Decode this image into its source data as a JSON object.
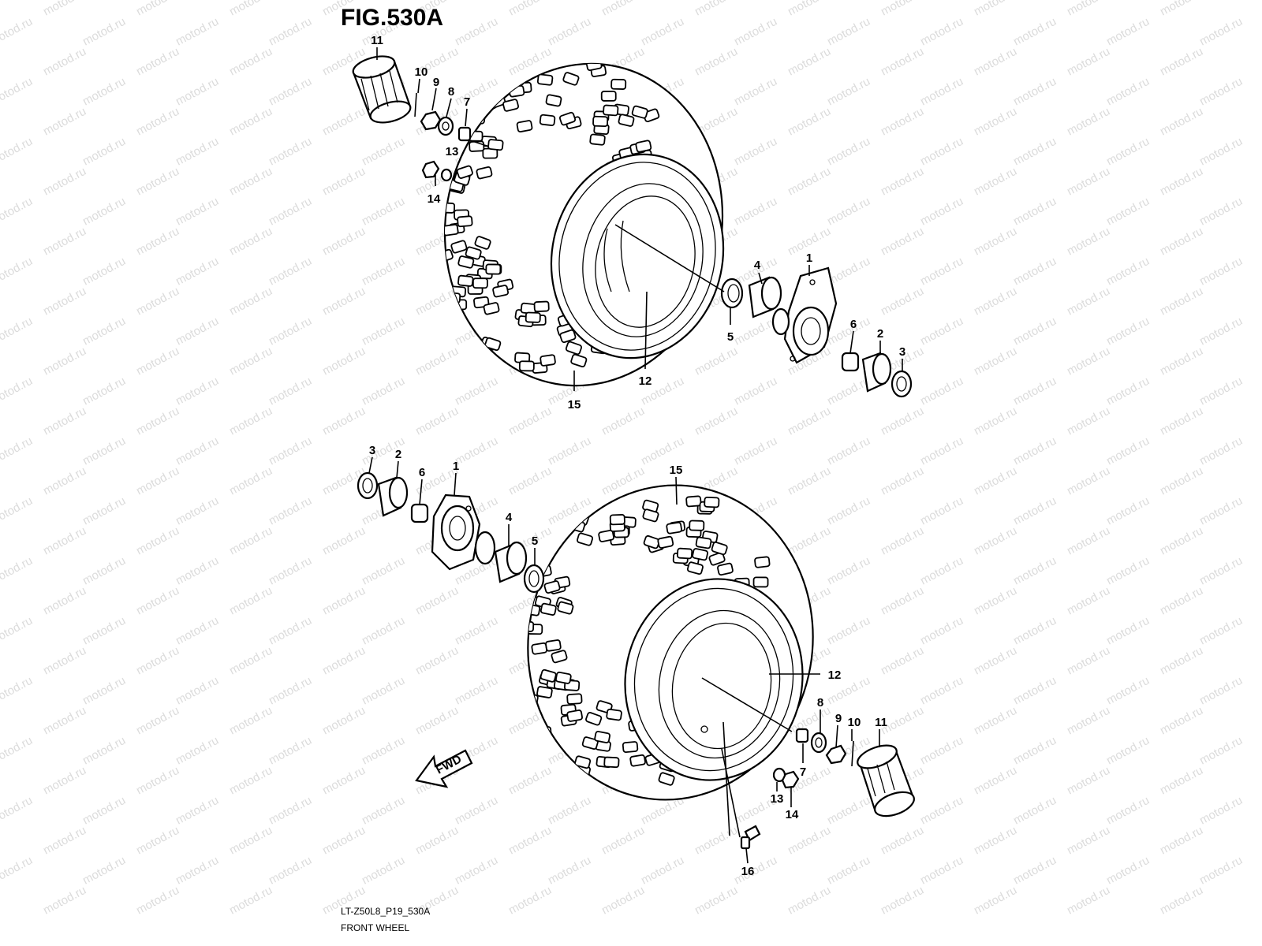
{
  "figure": {
    "title": "FIG.530A",
    "model_code": "LT-Z50L8_P19_530A",
    "caption": "FRONT WHEEL",
    "fwd_label": "FWD"
  },
  "watermark": {
    "text": "motod.ru"
  },
  "callouts_top": {
    "p1": "1",
    "p2": "2",
    "p3": "3",
    "p4": "4",
    "p5": "5",
    "p6": "6",
    "p7": "7",
    "p8": "8",
    "p9": "9",
    "p10": "10",
    "p11": "11",
    "p12": "12",
    "p13": "13",
    "p14": "14",
    "p15": "15"
  },
  "callouts_bottom": {
    "p1": "1",
    "p2": "2",
    "p3": "3",
    "p4": "4",
    "p5": "5",
    "p6": "6",
    "p7": "7",
    "p8": "8",
    "p9": "9",
    "p10": "10",
    "p11": "11",
    "p12": "12",
    "p13": "13",
    "p14": "14",
    "p15": "15",
    "p16": "16"
  },
  "colors": {
    "line": "#000000",
    "background": "#ffffff",
    "watermark": "#9a9a9a"
  }
}
